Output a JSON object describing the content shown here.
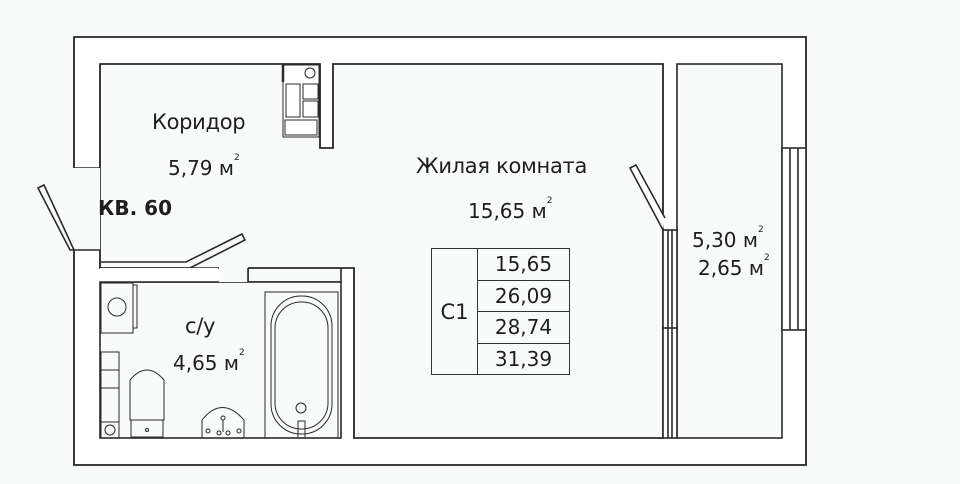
{
  "apartment": {
    "number_label": "КВ. 60"
  },
  "rooms": [
    {
      "name": "Коридор",
      "area": "5,79 м",
      "unit_sup": "2"
    },
    {
      "name": "Жилая комната",
      "area": "15,65 м",
      "unit_sup": "2"
    },
    {
      "name": "с/у",
      "area": "4,65 м",
      "unit_sup": "2"
    },
    {
      "name": "",
      "area": "5,30 м",
      "unit_sup": "2"
    },
    {
      "name": "",
      "area": "2,65 м",
      "unit_sup": "2"
    }
  ],
  "summary_table": {
    "type_label": "С1",
    "values": [
      "15,65",
      "26,09",
      "28,74",
      "31,39"
    ]
  },
  "colors": {
    "line": "#2a2a2a",
    "background": "#f9fafa",
    "wall": "#ffffff"
  }
}
